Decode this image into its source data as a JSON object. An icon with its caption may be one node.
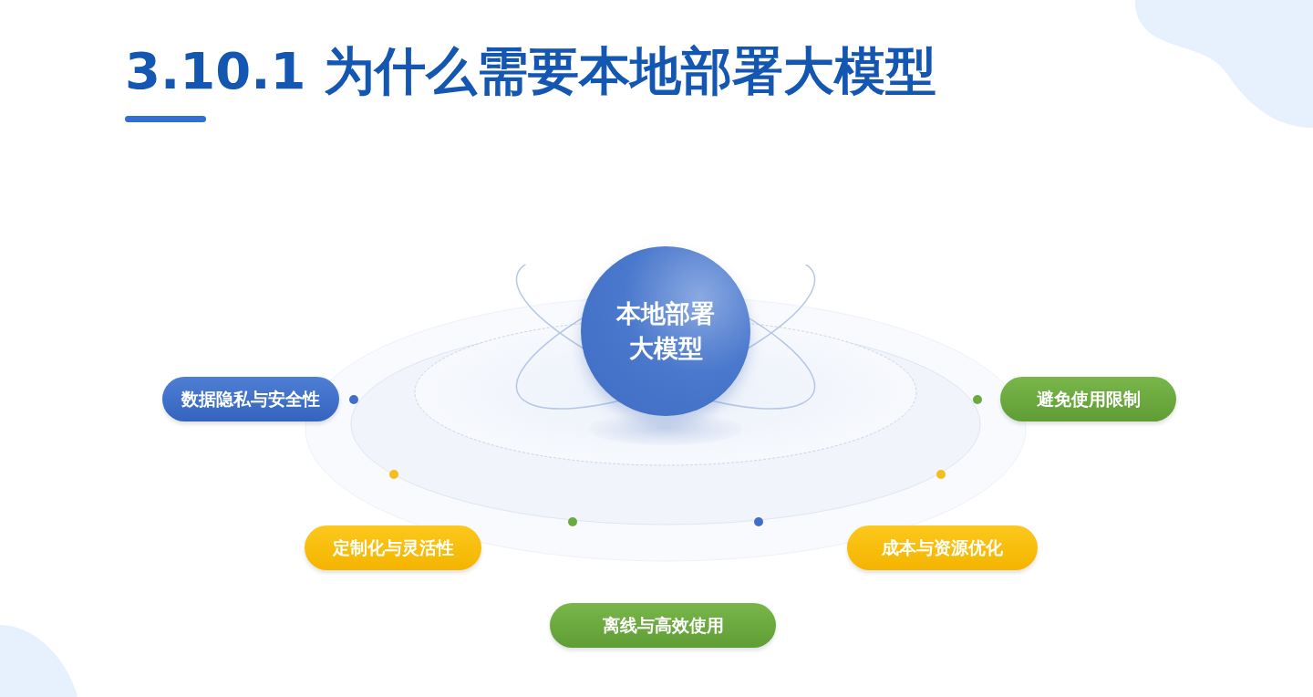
{
  "diagram": {
    "title": "3.10.1 为什么需要本地部署大模型",
    "nodes": [
      {
        "text": [
          "本地部署大模型"
        ]
      },
      {
        "text": [
          "数据隐私与安全性"
        ]
      },
      {
        "text": [
          "避免使用限制"
        ]
      },
      {
        "text": [
          "定制化与灵活性"
        ]
      },
      {
        "text": [
          "成本与资源优化"
        ]
      },
      {
        "text": [
          "离线与高效使用"
        ]
      }
    ]
  }
}
